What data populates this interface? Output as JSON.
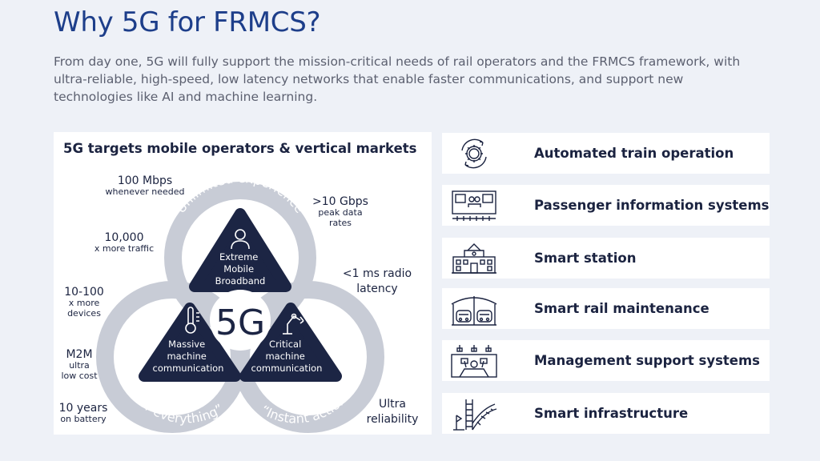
{
  "page": {
    "title": "Why 5G for FRMCS?",
    "subtitle": "From day one, 5G will fully support the mission-critical needs of rail operators and the FRMCS framework, with ultra-reliable, high-speed, low latency networks that enable faster communications, and support new technologies like AI and machine learning."
  },
  "diagram": {
    "panel_title": "5G targets mobile operators & vertical markets",
    "center_label": "5G",
    "segments": {
      "top": [
        "Extreme",
        "Mobile",
        "Broadband"
      ],
      "left": [
        "Massive",
        "machine",
        "communication"
      ],
      "right": [
        "Critical",
        "machine",
        "communication"
      ]
    },
    "ring_labels": {
      "top": "“Unlimited experience”",
      "left": "“For everything”",
      "right": "“Instant action”"
    },
    "metrics": [
      {
        "big": "100 Mbps",
        "small": "whenever needed"
      },
      {
        "big": ">10 Gbps",
        "small": "peak data\nrates"
      },
      {
        "big": "10,000",
        "small": "x more traffic"
      },
      {
        "big": "<1 ms radio\nlatency",
        "small": ""
      },
      {
        "big": "10-100",
        "small": "x more\ndevices"
      },
      {
        "big": "M2M",
        "small": "ultra\nlow cost"
      },
      {
        "big": "10 years",
        "small": "on battery"
      },
      {
        "big": "Ultra\nreliability",
        "small": ""
      }
    ],
    "colors": {
      "ring": "#c8ccd6",
      "triangle": "#1c2544",
      "ring_text": "#ffffff"
    }
  },
  "features": [
    {
      "label": "Automated train operation",
      "icon": "gear-cycle-icon"
    },
    {
      "label": "Passenger information systems",
      "icon": "passenger-info-icon"
    },
    {
      "label": "Smart station",
      "icon": "station-building-icon"
    },
    {
      "label": "Smart rail maintenance",
      "icon": "train-depot-icon"
    },
    {
      "label": "Management support systems",
      "icon": "control-room-icon"
    },
    {
      "label": "Smart infrastructure",
      "icon": "rail-infrastructure-icon"
    }
  ]
}
